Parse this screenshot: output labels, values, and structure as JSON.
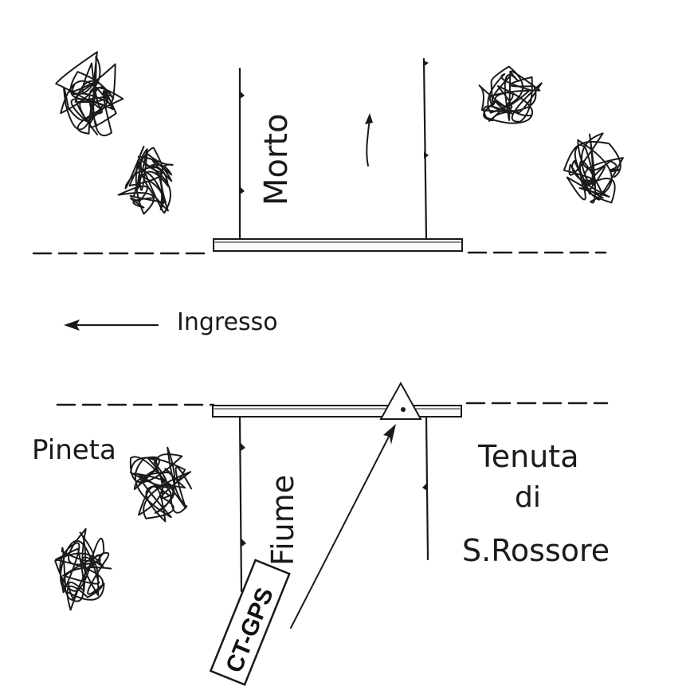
{
  "map": {
    "labels": {
      "upper_river": "Morto",
      "entrance": "Ingresso",
      "pine_forest": "Pineta",
      "lower_river": "Fiume",
      "estate_line1": "Tenuta",
      "estate_line2": "di",
      "estate_line3": "S.Rossore"
    },
    "marker": {
      "text": "CT-GPS",
      "symbol": "triangle-dot-icon"
    },
    "entrance_arrow_direction": "left",
    "river_arrow_direction": "up"
  }
}
